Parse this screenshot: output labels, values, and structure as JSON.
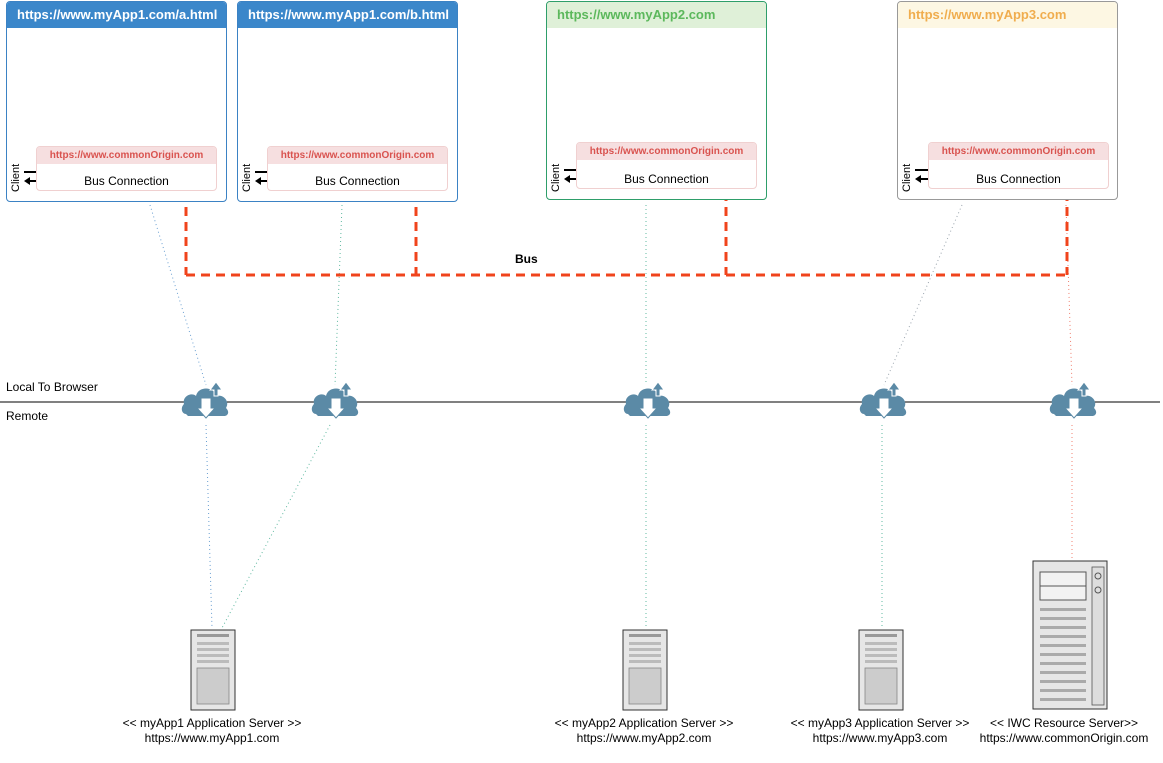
{
  "browsers": [
    {
      "url": "https://www.myApp1.com/a.html",
      "border": "#3b82c4",
      "header_bg": "#3b87ca",
      "header_fg": "#ffffff"
    },
    {
      "url": "https://www.myApp1.com/b.html",
      "border": "#3b82c4",
      "header_bg": "#3b87ca",
      "header_fg": "#ffffff"
    },
    {
      "url": "https://www.myApp2.com",
      "border": "#2e9e6a",
      "header_bg": "#dff0d8",
      "header_fg": "#5cb85c"
    },
    {
      "url": "https://www.myApp3.com",
      "border": "#999999",
      "header_bg": "#fdf7e3",
      "header_fg": "#f0ad4e"
    }
  ],
  "bus_connection": {
    "origin": "https://www.commonOrigin.com",
    "label": "Bus Connection",
    "client_label": "Client"
  },
  "bus_label": "Bus",
  "zones": {
    "local": "Local To Browser",
    "remote": "Remote"
  },
  "servers": [
    {
      "stereotype": "<< myApp1 Application Server >>",
      "url": "https://www.myApp1.com"
    },
    {
      "stereotype": "<< myApp2 Application Server >>",
      "url": "https://www.myApp2.com"
    },
    {
      "stereotype": "<< myApp3 Application Server >>",
      "url": "https://www.myApp3.com"
    },
    {
      "stereotype": "<< IWC Resource Server>>",
      "url": "https://www.commonOrigin.com"
    }
  ],
  "colors": {
    "bus_line": "#f0441c",
    "cloud": "#5b8aa6",
    "link_blue": "#6a9fd1",
    "link_green": "#5fb8a0",
    "link_gray": "#9aa4ad",
    "link_red": "#f08070"
  },
  "icons": {
    "cloud": "cloud-sync-icon",
    "server": "server-tower-icon",
    "arrows": "bidirectional-arrows-icon"
  }
}
